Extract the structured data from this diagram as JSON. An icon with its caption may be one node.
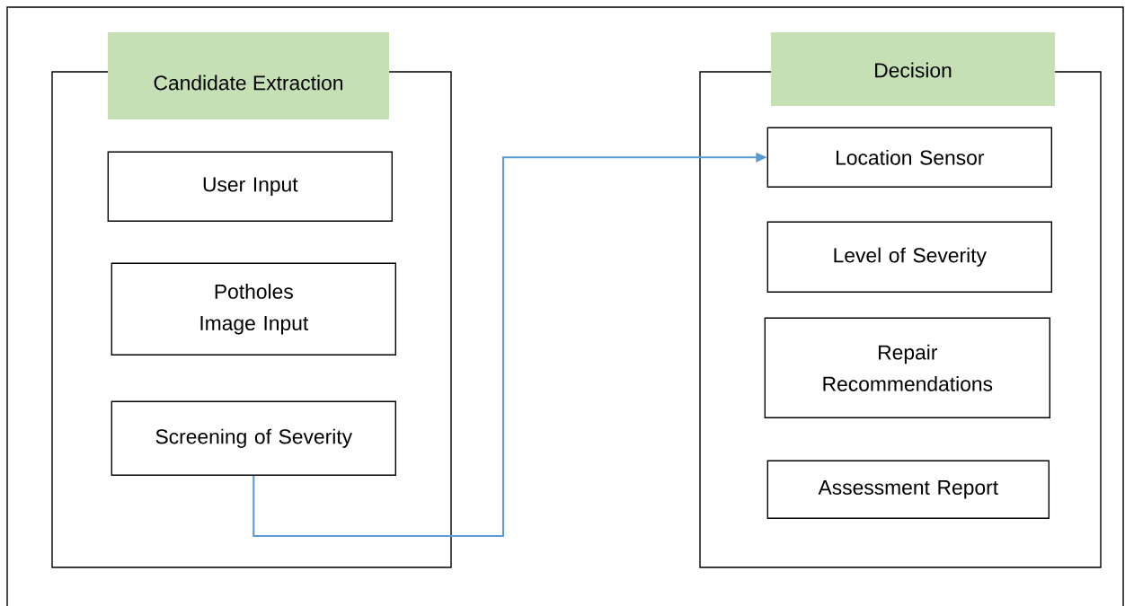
{
  "diagram": {
    "nodes": [
      {
        "text": [
          "Candidate Extraction"
        ]
      },
      {
        "text": [
          "User Input"
        ],
        "in": 0
      },
      {
        "text": [
          "Potholes Image Input"
        ],
        "in": 0
      },
      {
        "text": [
          "Screening of Severity"
        ],
        "in": 0
      },
      {
        "text": [
          "Decision"
        ]
      },
      {
        "text": [
          "Location Sensor"
        ],
        "in": 4
      },
      {
        "text": [
          "Level of Severity"
        ],
        "in": 4
      },
      {
        "text": [
          "Repair Recommendations"
        ],
        "in": 4
      },
      {
        "text": [
          "Assessment Report"
        ],
        "in": 4
      }
    ],
    "edges": [
      {
        "from": 3,
        "to": 5,
        "arrow": "to",
        "color": "#5b9bd5"
      }
    ]
  }
}
